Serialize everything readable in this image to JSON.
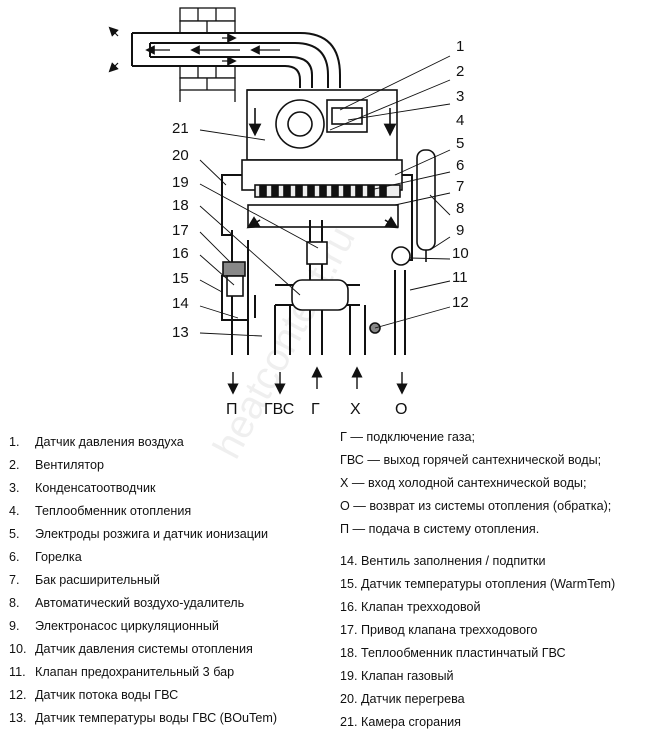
{
  "callout_numbers": [
    "1",
    "2",
    "3",
    "4",
    "5",
    "6",
    "7",
    "8",
    "9",
    "10",
    "11",
    "12",
    "13",
    "14",
    "15",
    "16",
    "17",
    "18",
    "19",
    "20",
    "21"
  ],
  "ports": [
    {
      "label": "П",
      "flow": "out"
    },
    {
      "label": "ГВС",
      "flow": "out"
    },
    {
      "label": "Г",
      "flow": "in"
    },
    {
      "label": "Х",
      "flow": "in"
    },
    {
      "label": "О",
      "flow": "out"
    }
  ],
  "legend_left": [
    {
      "num": "1.",
      "text": "Датчик давления воздуха"
    },
    {
      "num": "2.",
      "text": "Вентилятор"
    },
    {
      "num": "3.",
      "text": "Конденсатоотводчик"
    },
    {
      "num": "4.",
      "text": "Теплообменник отопления"
    },
    {
      "num": "5.",
      "text": "Электроды розжига и датчик ионизации"
    },
    {
      "num": "6.",
      "text": "Горелка"
    },
    {
      "num": "7.",
      "text": "Бак расширительный"
    },
    {
      "num": "8.",
      "text": "Автоматический воздухо-удалитель"
    },
    {
      "num": "9.",
      "text": "Электронасос циркуляционный"
    },
    {
      "num": "10.",
      "text": "Датчик давления системы отопления"
    },
    {
      "num": "11.",
      "text": "Клапан предохранительный 3 бар"
    },
    {
      "num": "12.",
      "text": "Датчик потока воды ГВС"
    },
    {
      "num": "13.",
      "text": "Датчик температуры воды ГВС (BOuTem)"
    }
  ],
  "legend_ports": [
    "Г — подключение газа;",
    "ГВС — выход горячей сантехнической воды;",
    "Х — вход холодной сантехнической воды;",
    "О — возврат из системы отопления (обратка);",
    "П — подача в систему отопления."
  ],
  "legend_right": [
    "14. Вентиль заполнения / подпитки",
    "15. Датчик температуры отопления (WarmTem)",
    "16. Клапан трехходовой",
    "17. Привод клапана трехходового",
    "18. Теплообменник пластинчатый ГВС",
    "19. Клапан газовый",
    "20. Датчик перегрева",
    "21. Камера сгорания"
  ],
  "watermark": "heatcontent.ru"
}
